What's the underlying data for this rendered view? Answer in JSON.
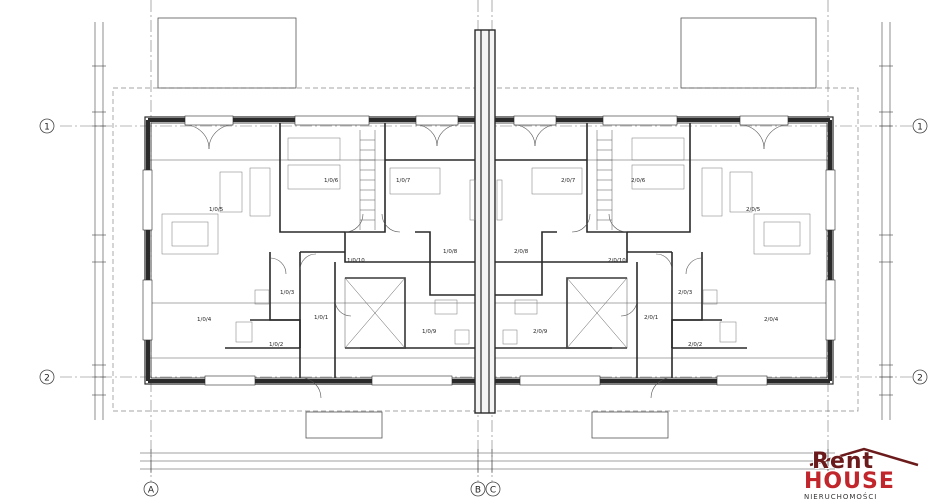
{
  "axes": {
    "rows": [
      "1",
      "2"
    ],
    "columns": [
      "A",
      "B",
      "C"
    ]
  },
  "units": {
    "left_living": "1/0/5",
    "left_kitchen": "1/0/4",
    "left_bedroom1": "1/0/6",
    "left_bedroom2": "1/0/7",
    "left_hall": "1/0/10",
    "left_bath": "1/0/8",
    "left_wc": "1/0/3",
    "left_utility": "1/0/1",
    "left_entry": "1/0/2",
    "left_garage": "1/0/9",
    "right_living": "2/0/5",
    "right_kitchen": "2/0/4",
    "right_bedroom1": "2/0/6",
    "right_bedroom2": "2/0/7",
    "right_hall": "2/0/10",
    "right_bath": "2/0/8",
    "right_wc": "2/0/3",
    "right_utility": "2/0/1",
    "right_entry": "2/0/2",
    "right_garage": "2/0/9"
  },
  "colors": {
    "line": "#2a2a2a",
    "grid": "#7a7a7a",
    "brand_dark": "#6b1b1b",
    "brand_red": "#c0262b"
  },
  "logo": {
    "line1": "Rent",
    "line2": "HOUSE",
    "line3": "NIERUCHOMOŚCI"
  }
}
